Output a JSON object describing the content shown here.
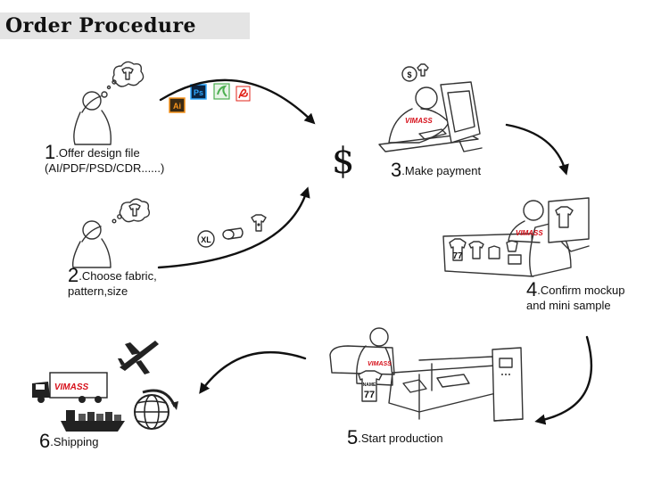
{
  "title": "Order Procedure",
  "steps": [
    {
      "num": "1",
      "text": ".Offer design file",
      "sub": "(AI/PDF/PSD/CDR......)"
    },
    {
      "num": "2",
      "text": ".Choose fabric,",
      "sub": "pattern,size"
    },
    {
      "num": "3",
      "text": ".Make payment"
    },
    {
      "num": "4",
      "text": ".Confirm mockup",
      "sub": "and mini sample"
    },
    {
      "num": "5",
      "text": ".Start production"
    },
    {
      "num": "6",
      "text": ".Shipping"
    }
  ],
  "file_icons": [
    "Ai",
    "Ps"
  ],
  "size_badge": "XL",
  "dollar": "$",
  "brand": "VIMASS",
  "shirt_name": "NAME",
  "shirt_number": "77",
  "colors": {
    "ai": "#f7941d",
    "ps": "#31a8ff",
    "pdf": "#e2231a",
    "brand_red": "#d6101a",
    "accent_green": "#4caf50"
  }
}
